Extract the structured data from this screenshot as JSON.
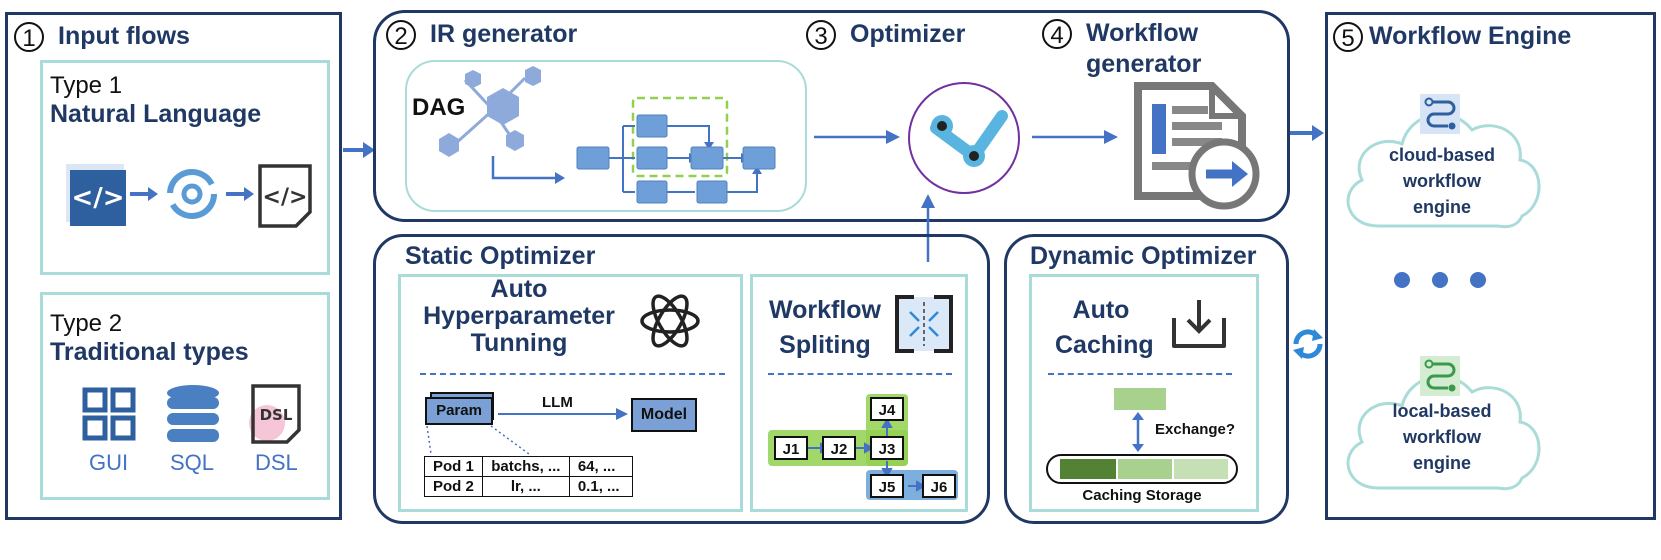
{
  "input_flows": {
    "number": "1",
    "title": "Input flows",
    "type1": {
      "label": "Type 1",
      "name": "Natural Language"
    },
    "type2": {
      "label": "Type 2",
      "name": "Traditional types",
      "items": [
        "GUI",
        "SQL",
        "DSL"
      ],
      "dsl_badge": "DSL"
    }
  },
  "ir_generator": {
    "number": "2",
    "title": "IR generator",
    "dag_label": "DAG"
  },
  "optimizer": {
    "number": "3",
    "title": "Optimizer"
  },
  "workflow_generator": {
    "number": "4",
    "title_line1": "Workflow",
    "title_line2": "generator"
  },
  "workflow_engine": {
    "number": "5",
    "title": "Workflow Engine",
    "cloud": [
      "cloud-based",
      "workflow",
      "engine"
    ],
    "local": [
      "local-based",
      "workflow",
      "engine"
    ]
  },
  "static_optimizer": {
    "title": "Static Optimizer",
    "auto_hp": [
      "Auto",
      "Hyperparameter",
      "Tunning"
    ],
    "param_label": "Param",
    "llm_label": "LLM",
    "model_label": "Model",
    "table": [
      [
        "Pod 1",
        "batchs, ...",
        "64, ..."
      ],
      [
        "Pod 2",
        "lr, ...",
        "0.1, ..."
      ]
    ],
    "workflow_split": [
      "Workflow",
      "Spliting"
    ],
    "jobs": [
      "J1",
      "J2",
      "J3",
      "J4",
      "J5",
      "J6"
    ]
  },
  "dynamic_optimizer": {
    "title": "Dynamic Optimizer",
    "auto_caching": [
      "Auto",
      "Caching"
    ],
    "exchange": "Exchange?",
    "storage": "Caching Storage"
  },
  "colors": {
    "navy": "#1f3864",
    "teal": "#a9dcd8",
    "blue": "#4472c4",
    "node": "#7aa0d6",
    "green": "#92d050"
  }
}
